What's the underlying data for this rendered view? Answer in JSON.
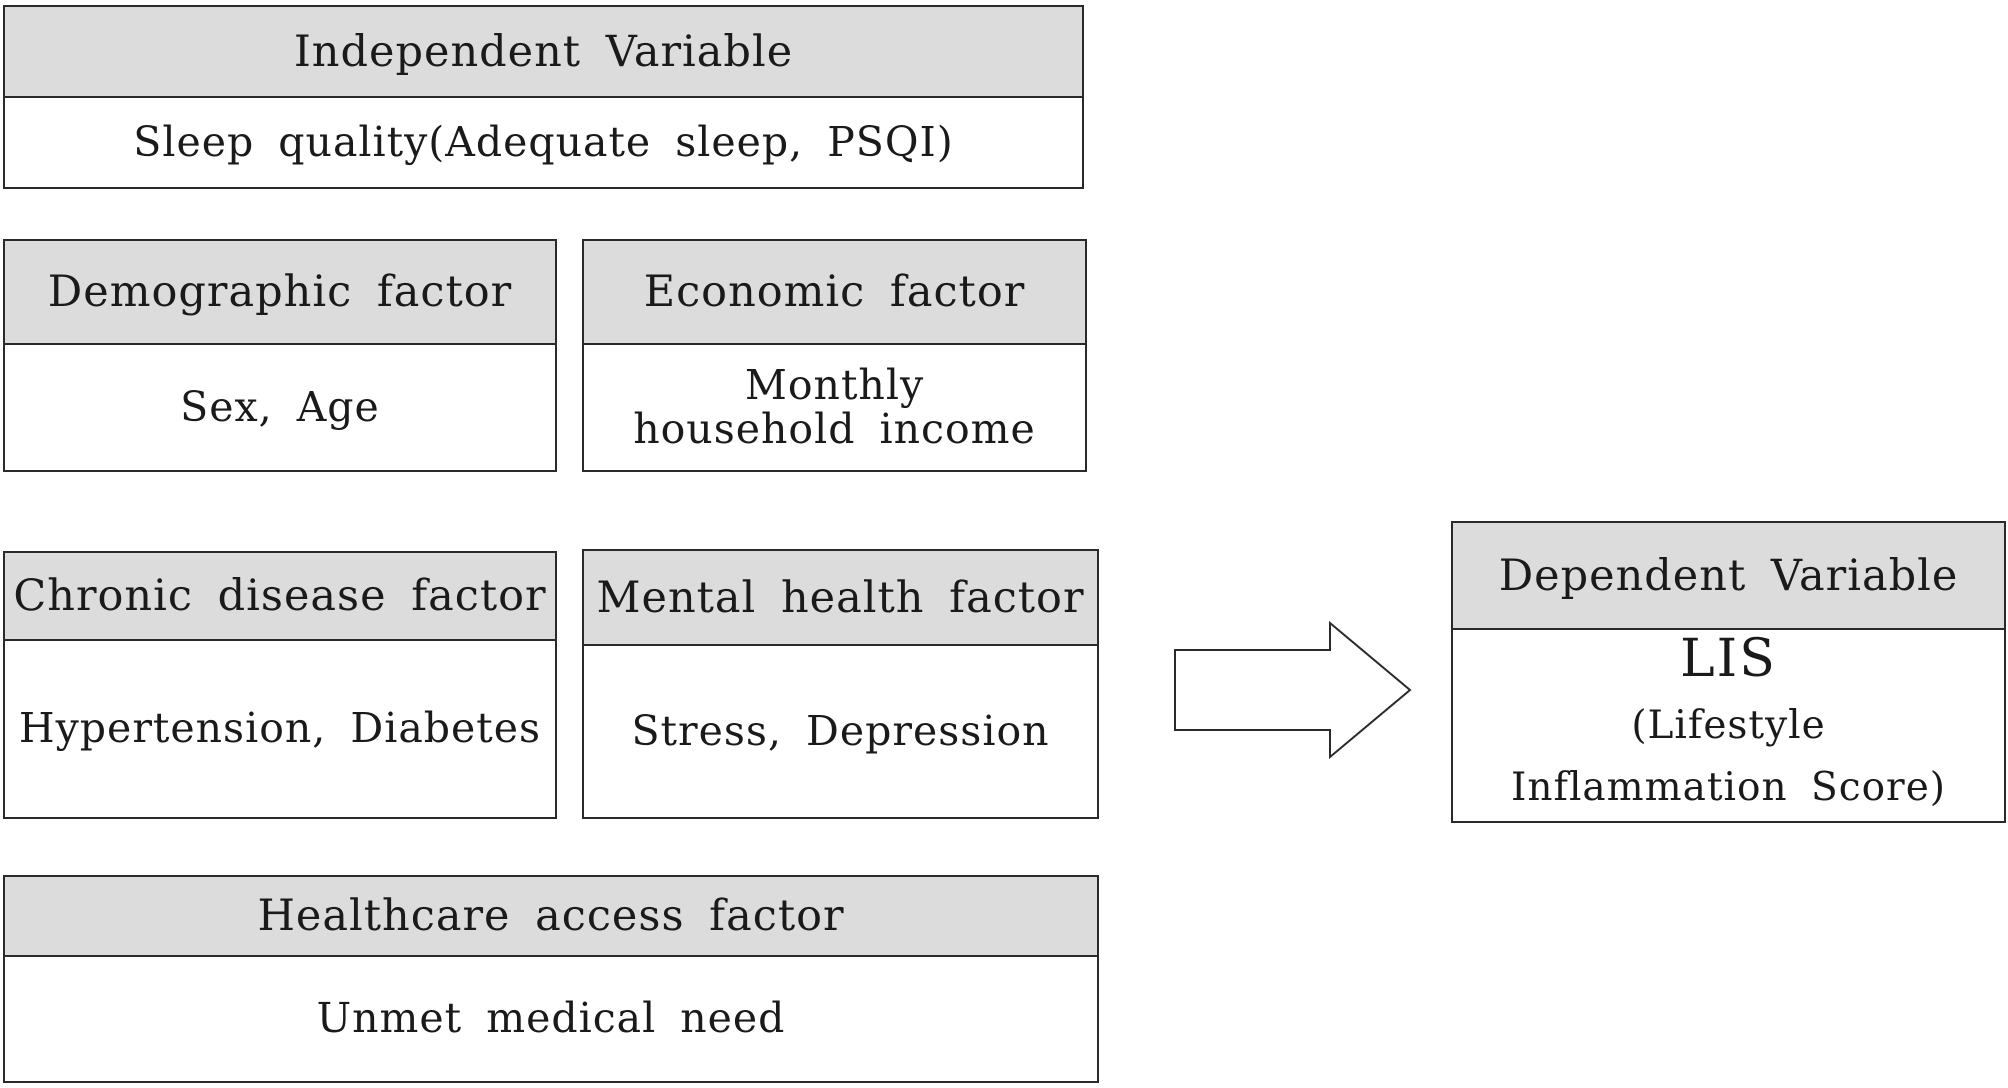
{
  "independent": {
    "header": "Independent Variable",
    "body": "Sleep quality(Adequate sleep, PSQI)"
  },
  "demographic": {
    "header": "Demographic factor",
    "body": "Sex, Age"
  },
  "economic": {
    "header": "Economic factor",
    "body": "Monthly household income"
  },
  "chronic": {
    "header": "Chronic disease factor",
    "body": "Hypertension, Diabetes"
  },
  "mental": {
    "header": "Mental health factor",
    "body": "Stress, Depression"
  },
  "healthcare": {
    "header": "Healthcare access factor",
    "body": "Unmet medical need"
  },
  "dependent": {
    "header": "Dependent Variable",
    "main": "LIS",
    "sub": "(Lifestyle Inflammation Score)"
  },
  "colors": {
    "header_fill": "#dcdcdc",
    "border": "#2a2a2a",
    "background": "#ffffff"
  },
  "icons": {
    "arrow": "right-arrow-icon"
  }
}
